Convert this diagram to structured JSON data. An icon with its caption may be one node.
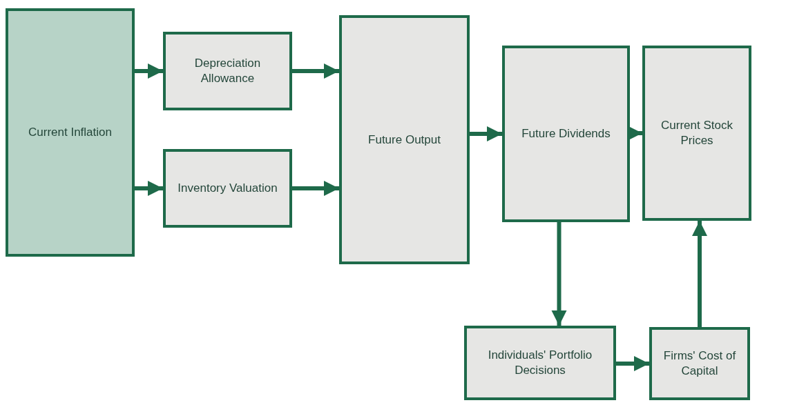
{
  "diagram": {
    "nodes": [
      {
        "text": [
          "Current Inflation"
        ]
      },
      {
        "text": [
          "Depreciation Allowance"
        ]
      },
      {
        "text": [
          "Inventory Valuation"
        ]
      },
      {
        "text": [
          "Future Output"
        ]
      },
      {
        "text": [
          "Future Dividends"
        ]
      },
      {
        "text": [
          "Current Stock Prices"
        ]
      },
      {
        "text": [
          "Individuals' Portfolio Decisions"
        ]
      },
      {
        "text": [
          "Firms' Cost of Capital"
        ]
      }
    ],
    "edges": [
      {
        "from": 0,
        "to": 1,
        "arrow": "to"
      },
      {
        "from": 0,
        "to": 2,
        "arrow": "to"
      },
      {
        "from": 1,
        "to": 3,
        "arrow": "to"
      },
      {
        "from": 2,
        "to": 3,
        "arrow": "to"
      },
      {
        "from": 3,
        "to": 4,
        "arrow": "to"
      },
      {
        "from": 4,
        "to": 5,
        "arrow": "to"
      },
      {
        "from": 4,
        "to": 6,
        "arrow": "to"
      },
      {
        "from": 6,
        "to": 7,
        "arrow": "to"
      },
      {
        "from": 7,
        "to": 5,
        "arrow": "to"
      }
    ]
  }
}
